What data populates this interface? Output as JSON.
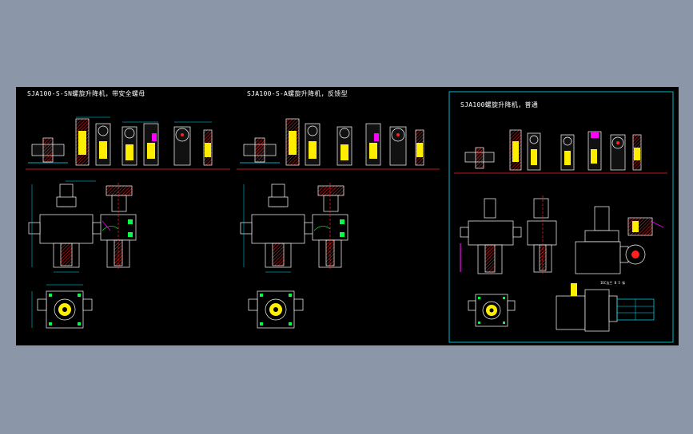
{
  "colors": {
    "background": "#8b96a8",
    "drawing_bg": "#000000",
    "line_white": "#ffffff",
    "dim_cyan": "#00e5ff",
    "hatch_red": "#ff2020",
    "fill_yellow": "#ffee00",
    "accent_magenta": "#ff00ff",
    "accent_green": "#00ff40"
  },
  "drawing": {
    "panels": [
      {
        "title": "SJA100-S-SN螺旋升降机，带安全螺母"
      },
      {
        "title": "SJA100-S-A螺旋升降机，反馈型"
      },
      {
        "title": "SJA100螺旋升降机，普通"
      }
    ],
    "notes": {
      "iec_label": "IEC法兰 B 5 标"
    }
  }
}
